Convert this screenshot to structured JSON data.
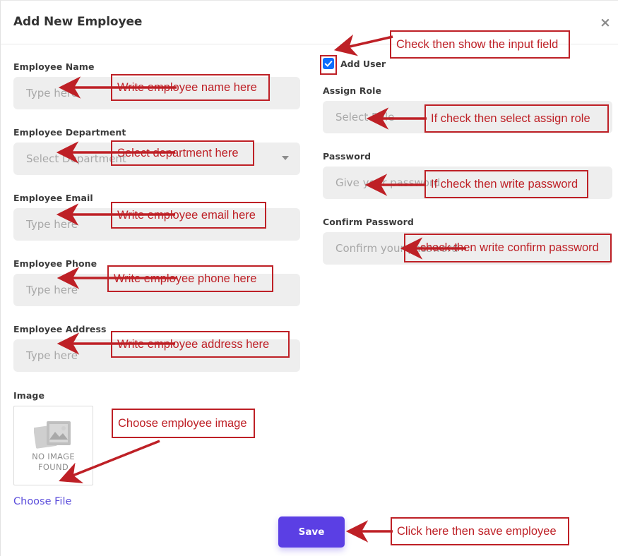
{
  "modal": {
    "title": "Add New Employee",
    "close_icon": "close-icon",
    "close_label": "×"
  },
  "form": {
    "left_fields": [
      {
        "label": "Employee Name",
        "placeholder": "Type here",
        "type": "text",
        "name": "employee-name"
      },
      {
        "label": "Employee Department",
        "placeholder": "Select Department",
        "type": "select",
        "name": "employee-department"
      },
      {
        "label": "Employee Email",
        "placeholder": "Type here",
        "type": "text",
        "name": "employee-email"
      },
      {
        "label": "Employee Phone",
        "placeholder": "Type here",
        "type": "text",
        "name": "employee-phone"
      },
      {
        "label": "Employee Address",
        "placeholder": "Type here",
        "type": "text",
        "name": "employee-address"
      }
    ],
    "add_user": {
      "label": "Add User",
      "checked": true,
      "checkbox_color": "#0d6efd"
    },
    "right_fields": [
      {
        "label": "Assign Role",
        "placeholder": "Select Role",
        "type": "select",
        "name": "assign-role"
      },
      {
        "label": "Password",
        "placeholder": "Give your password",
        "type": "password",
        "name": "password"
      },
      {
        "label": "Confirm Password",
        "placeholder": "Confirm your password",
        "type": "password",
        "name": "confirm-password"
      }
    ],
    "image": {
      "label": "Image",
      "placeholder_line1": "NO IMAGE",
      "placeholder_line2": "FOUND",
      "choose_file_label": "Choose File",
      "icon": "image-placeholder-icon"
    },
    "save_label": "Save"
  },
  "annotations": [
    {
      "text": "Check then show the input field",
      "name": "annotation-add-user"
    },
    {
      "text": "Write employee name here",
      "name": "annotation-employee-name"
    },
    {
      "text": "If check then select assign role",
      "name": "annotation-assign-role"
    },
    {
      "text": "Select department here",
      "name": "annotation-employee-department"
    },
    {
      "text": "If check then write password",
      "name": "annotation-password"
    },
    {
      "text": "Write employee email here",
      "name": "annotation-employee-email"
    },
    {
      "text": "If check then write confirm password",
      "name": "annotation-confirm-password"
    },
    {
      "text": "Write employee phone here",
      "name": "annotation-employee-phone"
    },
    {
      "text": "Write employee address here",
      "name": "annotation-employee-address"
    },
    {
      "text": "Choose employee image",
      "name": "annotation-image"
    },
    {
      "text": "Click here then save employee",
      "name": "annotation-save"
    }
  ],
  "colors": {
    "annotation": "#be2026",
    "accent": "#5b3fe4",
    "checkbox": "#0d6efd",
    "link": "#5b4ddb",
    "input_bg": "#eeeeee"
  }
}
